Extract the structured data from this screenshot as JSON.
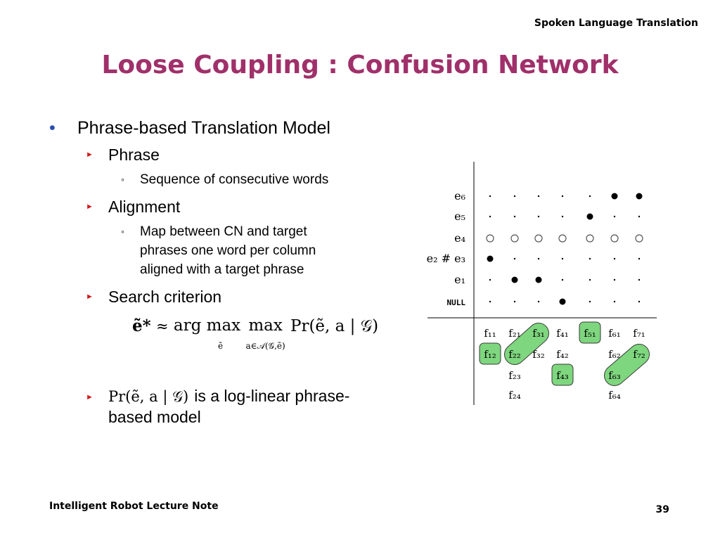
{
  "header": {
    "course_topic": "Spoken Language Translation"
  },
  "slide": {
    "title": "Loose Coupling : Confusion Network"
  },
  "content": {
    "bullet1": "Phrase-based Translation Model",
    "sub1": "Phrase",
    "sub1_detail": "Sequence of consecutive words",
    "sub2": "Alignment",
    "sub2_detail": [
      "Map between CN and target",
      "phrases one word per column",
      "aligned with a target phrase"
    ],
    "sub3": "Search criterion",
    "bullet4_line1": "is a log-linear phrase-",
    "bullet4_line2": "based model"
  },
  "formula": {
    "lhs": "ẽ*",
    "approx": "≈",
    "argmax": "arg max",
    "argmax_sub": "ẽ",
    "max": "max",
    "max_sub": "a∈𝒜(𝒢,ẽ)",
    "rhs": "Pr(ẽ, a | 𝒢)",
    "inline": "Pr(ẽ, a | 𝒢)"
  },
  "diagram": {
    "rows": [
      "e₆",
      "e₅",
      "e₄",
      "e₂ # e₃",
      "e₁",
      "NULL"
    ],
    "grid": [
      [
        ".",
        ".",
        ".",
        ".",
        ".",
        "*",
        "*"
      ],
      [
        ".",
        ".",
        ".",
        ".",
        "*",
        ".",
        "."
      ],
      [
        "o",
        "o",
        "o",
        "o",
        "o",
        "o",
        "o"
      ],
      [
        "*",
        ".",
        ".",
        ".",
        ".",
        ".",
        "."
      ],
      [
        ".",
        "*",
        "*",
        ".",
        ".",
        ".",
        "."
      ],
      [
        ".",
        ".",
        ".",
        "*",
        ".",
        ".",
        "."
      ]
    ],
    "columns": [
      [
        "f₁₁",
        "f₁₂"
      ],
      [
        "f₂₁",
        "f₂₂",
        "f₂₃",
        "f₂₄"
      ],
      [
        "f₃₁",
        "f₃₂"
      ],
      [
        "f₄₁",
        "f₄₂",
        "f₄₃"
      ],
      [
        "f₅₁"
      ],
      [
        "f₆₁",
        "f₆₂",
        "f₆₃",
        "f₆₄"
      ],
      [
        "f₇₁",
        "f₇₂"
      ]
    ],
    "highlight_color": "#7ed67e"
  },
  "footer": {
    "left": "Intelligent Robot Lecture Note",
    "page": "39"
  }
}
